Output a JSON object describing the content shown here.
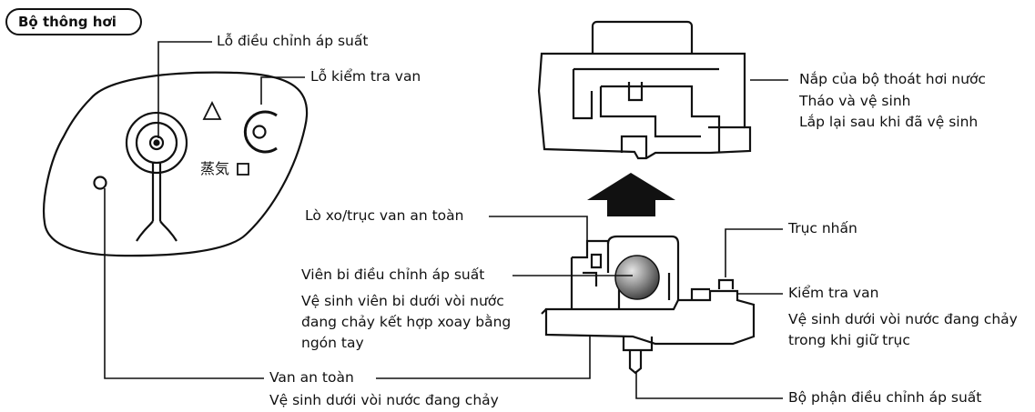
{
  "title": "Bộ thông hơi",
  "labels": {
    "pressure_hole": "Lỗ điều chỉnh áp suất",
    "valve_check_hole": "Lỗ kiểm tra van",
    "steam_mark": "蒸気",
    "cover_line1": "Nắp của bộ thoát hơi nước",
    "cover_line2": "Tháo và vệ sinh",
    "cover_line3": "Lắp lại sau khi đã vệ sinh",
    "spring_shaft": "Lò xo/trục van an toàn",
    "push_shaft": "Trục nhấn",
    "ball_title": "Viên bi điều chỉnh áp suất",
    "ball_desc": "Vệ sinh viên bi dưới vòi nước đang chảy kết hợp xoay bằng ngón tay",
    "valve_check": "Kiểm tra van",
    "valve_check_desc": "Vệ sinh dưới vòi nước đang chảy trong khi giữ trục",
    "safety_valve": "Van an toàn",
    "safety_valve_desc": "Vệ sinh dưới vòi nước đang chảy",
    "pressure_part": "Bộ phận điều chỉnh áp suất"
  }
}
